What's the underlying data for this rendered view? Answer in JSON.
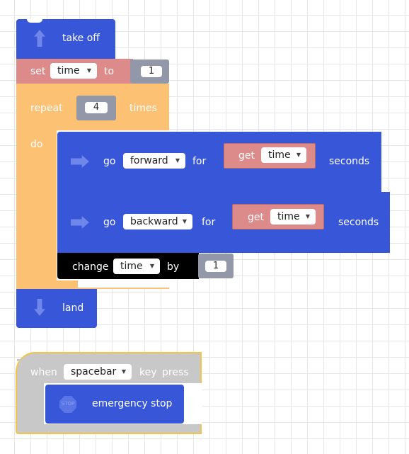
{
  "takeoff": {
    "label": "take off",
    "icon": "arrow-up-icon"
  },
  "set_block": {
    "set": "set",
    "var": "time",
    "to": "to",
    "value": "1"
  },
  "repeat_block": {
    "repeat": "repeat",
    "count": "4",
    "times": "times",
    "do": "do"
  },
  "go_forward": {
    "go": "go",
    "direction": "forward",
    "for": "for",
    "get": "get",
    "var": "time",
    "seconds": "seconds",
    "icon": "arrow-right-icon"
  },
  "go_backward": {
    "go": "go",
    "direction": "backward",
    "for": "for",
    "get": "get",
    "var": "time",
    "seconds": "seconds",
    "icon": "arrow-right-icon"
  },
  "change_block": {
    "change": "change",
    "var": "time",
    "by": "by",
    "value": "1"
  },
  "land": {
    "label": "land",
    "icon": "arrow-down-icon"
  },
  "when_block": {
    "when": "when",
    "key": "spacebar",
    "key_label": "key",
    "press": "press"
  },
  "emergency": {
    "label": "emergency stop",
    "icon_text": "STOP"
  },
  "colors": {
    "motion_blue": "#3856d8",
    "variable_pink": "#dc8a8a",
    "control_orange": "#fdc173",
    "event_gray": "#c8c8c8",
    "event_border": "#f2c54a",
    "number_gray": "#9398a8",
    "change_black": "#000000"
  }
}
